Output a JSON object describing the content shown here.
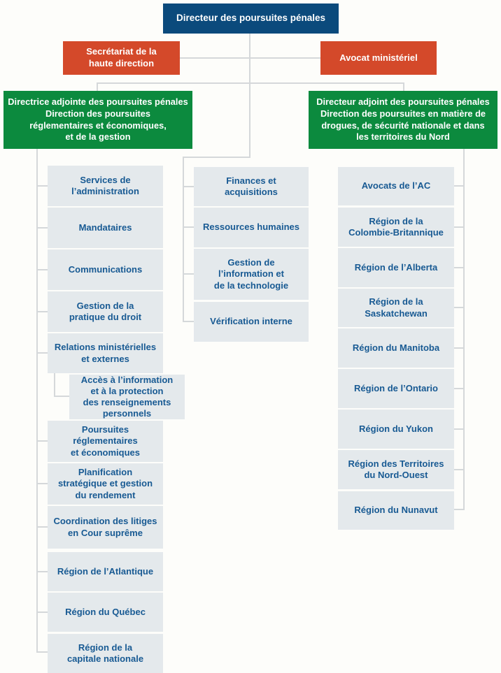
{
  "colors": {
    "root_box": "#0b4a7c",
    "staff_box": "#d4492a",
    "deputy_box": "#0c8a3e",
    "unit_box": "#e4e9ec",
    "unit_text": "#185a93",
    "connector": "#d5d8da",
    "page_bg": "#fdfdfa"
  },
  "org": {
    "root": "Directeur des poursuites pénales",
    "staff_left": "Secrétariat de la\nhaute direction",
    "staff_right": "Avocat ministériel",
    "deputy_left": "Directrice adjointe des poursuites pénales\nDirection des poursuites\nréglementaires et économiques,\net de la gestion",
    "deputy_right": "Directeur adjoint des poursuites pénales\nDirection des poursuites en matière de\ndrogues, de sécurité nationale et dans\nles territoires du Nord",
    "left_column": [
      "Services de\nl’administration",
      "Mandataires",
      "Communications",
      "Gestion de la\npratique du droit",
      "Relations ministérielles\net externes",
      "Poursuites\nréglementaires\net économiques",
      "Planification\nstratégique et gestion\ndu rendement",
      "Coordination des litiges\nen Cour suprême",
      "Région de l’Atlantique",
      "Région du Québec",
      "Région de la\ncapitale nationale"
    ],
    "left_sub": "Accès à l’information\net à la protection\ndes renseignements\npersonnels",
    "middle_column": [
      "Finances et\nacquisitions",
      "Ressources humaines",
      "Gestion de\nl’information et\nde la technologie",
      "Vérification interne"
    ],
    "right_column": [
      "Avocats de l’AC",
      "Région de la\nColombie-Britannique",
      "Région de l’Alberta",
      "Région de la\nSaskatchewan",
      "Région du Manitoba",
      "Région de l’Ontario",
      "Région du Yukon",
      "Région des Territoires\ndu Nord-Ouest",
      "Région du Nunavut"
    ]
  }
}
